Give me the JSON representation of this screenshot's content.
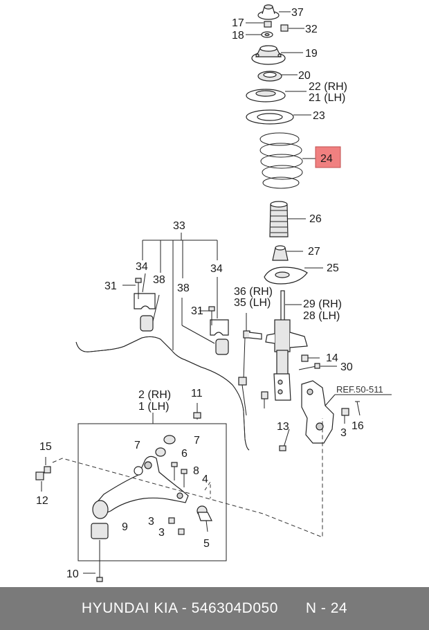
{
  "labels": {
    "l37": "37",
    "l17": "17",
    "l32": "32",
    "l18": "18",
    "l19": "19",
    "l20": "20",
    "l22": "22 (RH)",
    "l21": "21 (LH)",
    "l23": "23",
    "l24": "24",
    "l26": "26",
    "l27": "27",
    "l25": "25",
    "l33": "33",
    "l34a": "34",
    "l34b": "34",
    "l31a": "31",
    "l31b": "31",
    "l38a": "38",
    "l38b": "38",
    "l36": "36 (RH)",
    "l35": "35 (LH)",
    "l29": "29 (RH)",
    "l28": "28 (LH)",
    "l14": "14",
    "l30": "30",
    "lref": "REF.50-511",
    "l2": "2 (RH)",
    "l1": "1 (LH)",
    "l11": "11",
    "l13": "13",
    "l3a": "3",
    "l16": "16",
    "l7a": "7",
    "l7b": "7",
    "l6": "6",
    "l15": "15",
    "l8": "8",
    "l4": "4",
    "l12": "12",
    "l3b": "3",
    "l3c": "3",
    "l9": "9",
    "l5": "5",
    "l10": "10"
  },
  "highlight_color": "#f08080",
  "footer": {
    "left": "HYUNDAI  KIA - 546304D050",
    "right": "N - 24"
  }
}
